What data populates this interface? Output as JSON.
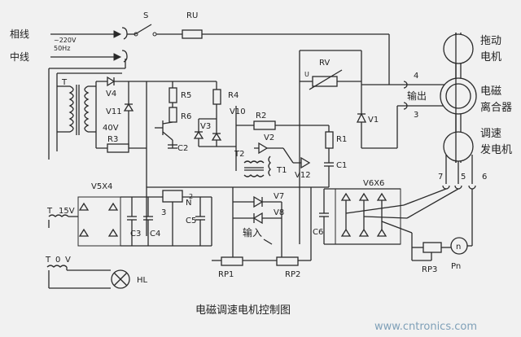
{
  "caption": "电磁调速电机控制图",
  "watermark": "www.cntronics.com",
  "inputs": {
    "phase": "相线",
    "neutral": "中线",
    "voltage": "~220V",
    "frequency": "50Hz"
  },
  "motor": {
    "drag_motor": [
      "拖动",
      "电机"
    ],
    "clutch": [
      "电磁",
      "离合器"
    ],
    "tacho": [
      "调速",
      "发电机"
    ],
    "output_label": "输出",
    "output_terminals": [
      "4",
      "3"
    ],
    "tacho_terminals": [
      "7",
      "5",
      "6"
    ]
  },
  "components": {
    "S": "S",
    "RU": "RU",
    "RV": "RV",
    "U": "U",
    "T": "T",
    "V4": "V4",
    "V11": "V11",
    "V40": "40V",
    "R5": "R5",
    "R4": "R4",
    "R6": "R6",
    "R2": "R2",
    "R1": "R1",
    "R3": "R3",
    "V10": "V10",
    "V3": "V3",
    "C2": "C2",
    "T2": "T2",
    "T1": "T1",
    "V2": "V2",
    "V12": "V12",
    "C1": "C1",
    "V1": "V1",
    "V5X4": "V5X4",
    "T15": "T",
    "V15": "15V",
    "C3": "C3",
    "C4": "C4",
    "C5": "C5",
    "N": "N",
    "N_num": "2",
    "N_num3": "3",
    "V7": "V7",
    "V8": "V8",
    "input": "输入",
    "C6": "C6",
    "V6X6": "V6X6",
    "RP1": "RP1",
    "RP2": "RP2",
    "RP3": "RP3",
    "Pn": "Pn",
    "n": "n",
    "T0": "T",
    "V0": "V",
    "zero": "0",
    "HL": "HL"
  }
}
